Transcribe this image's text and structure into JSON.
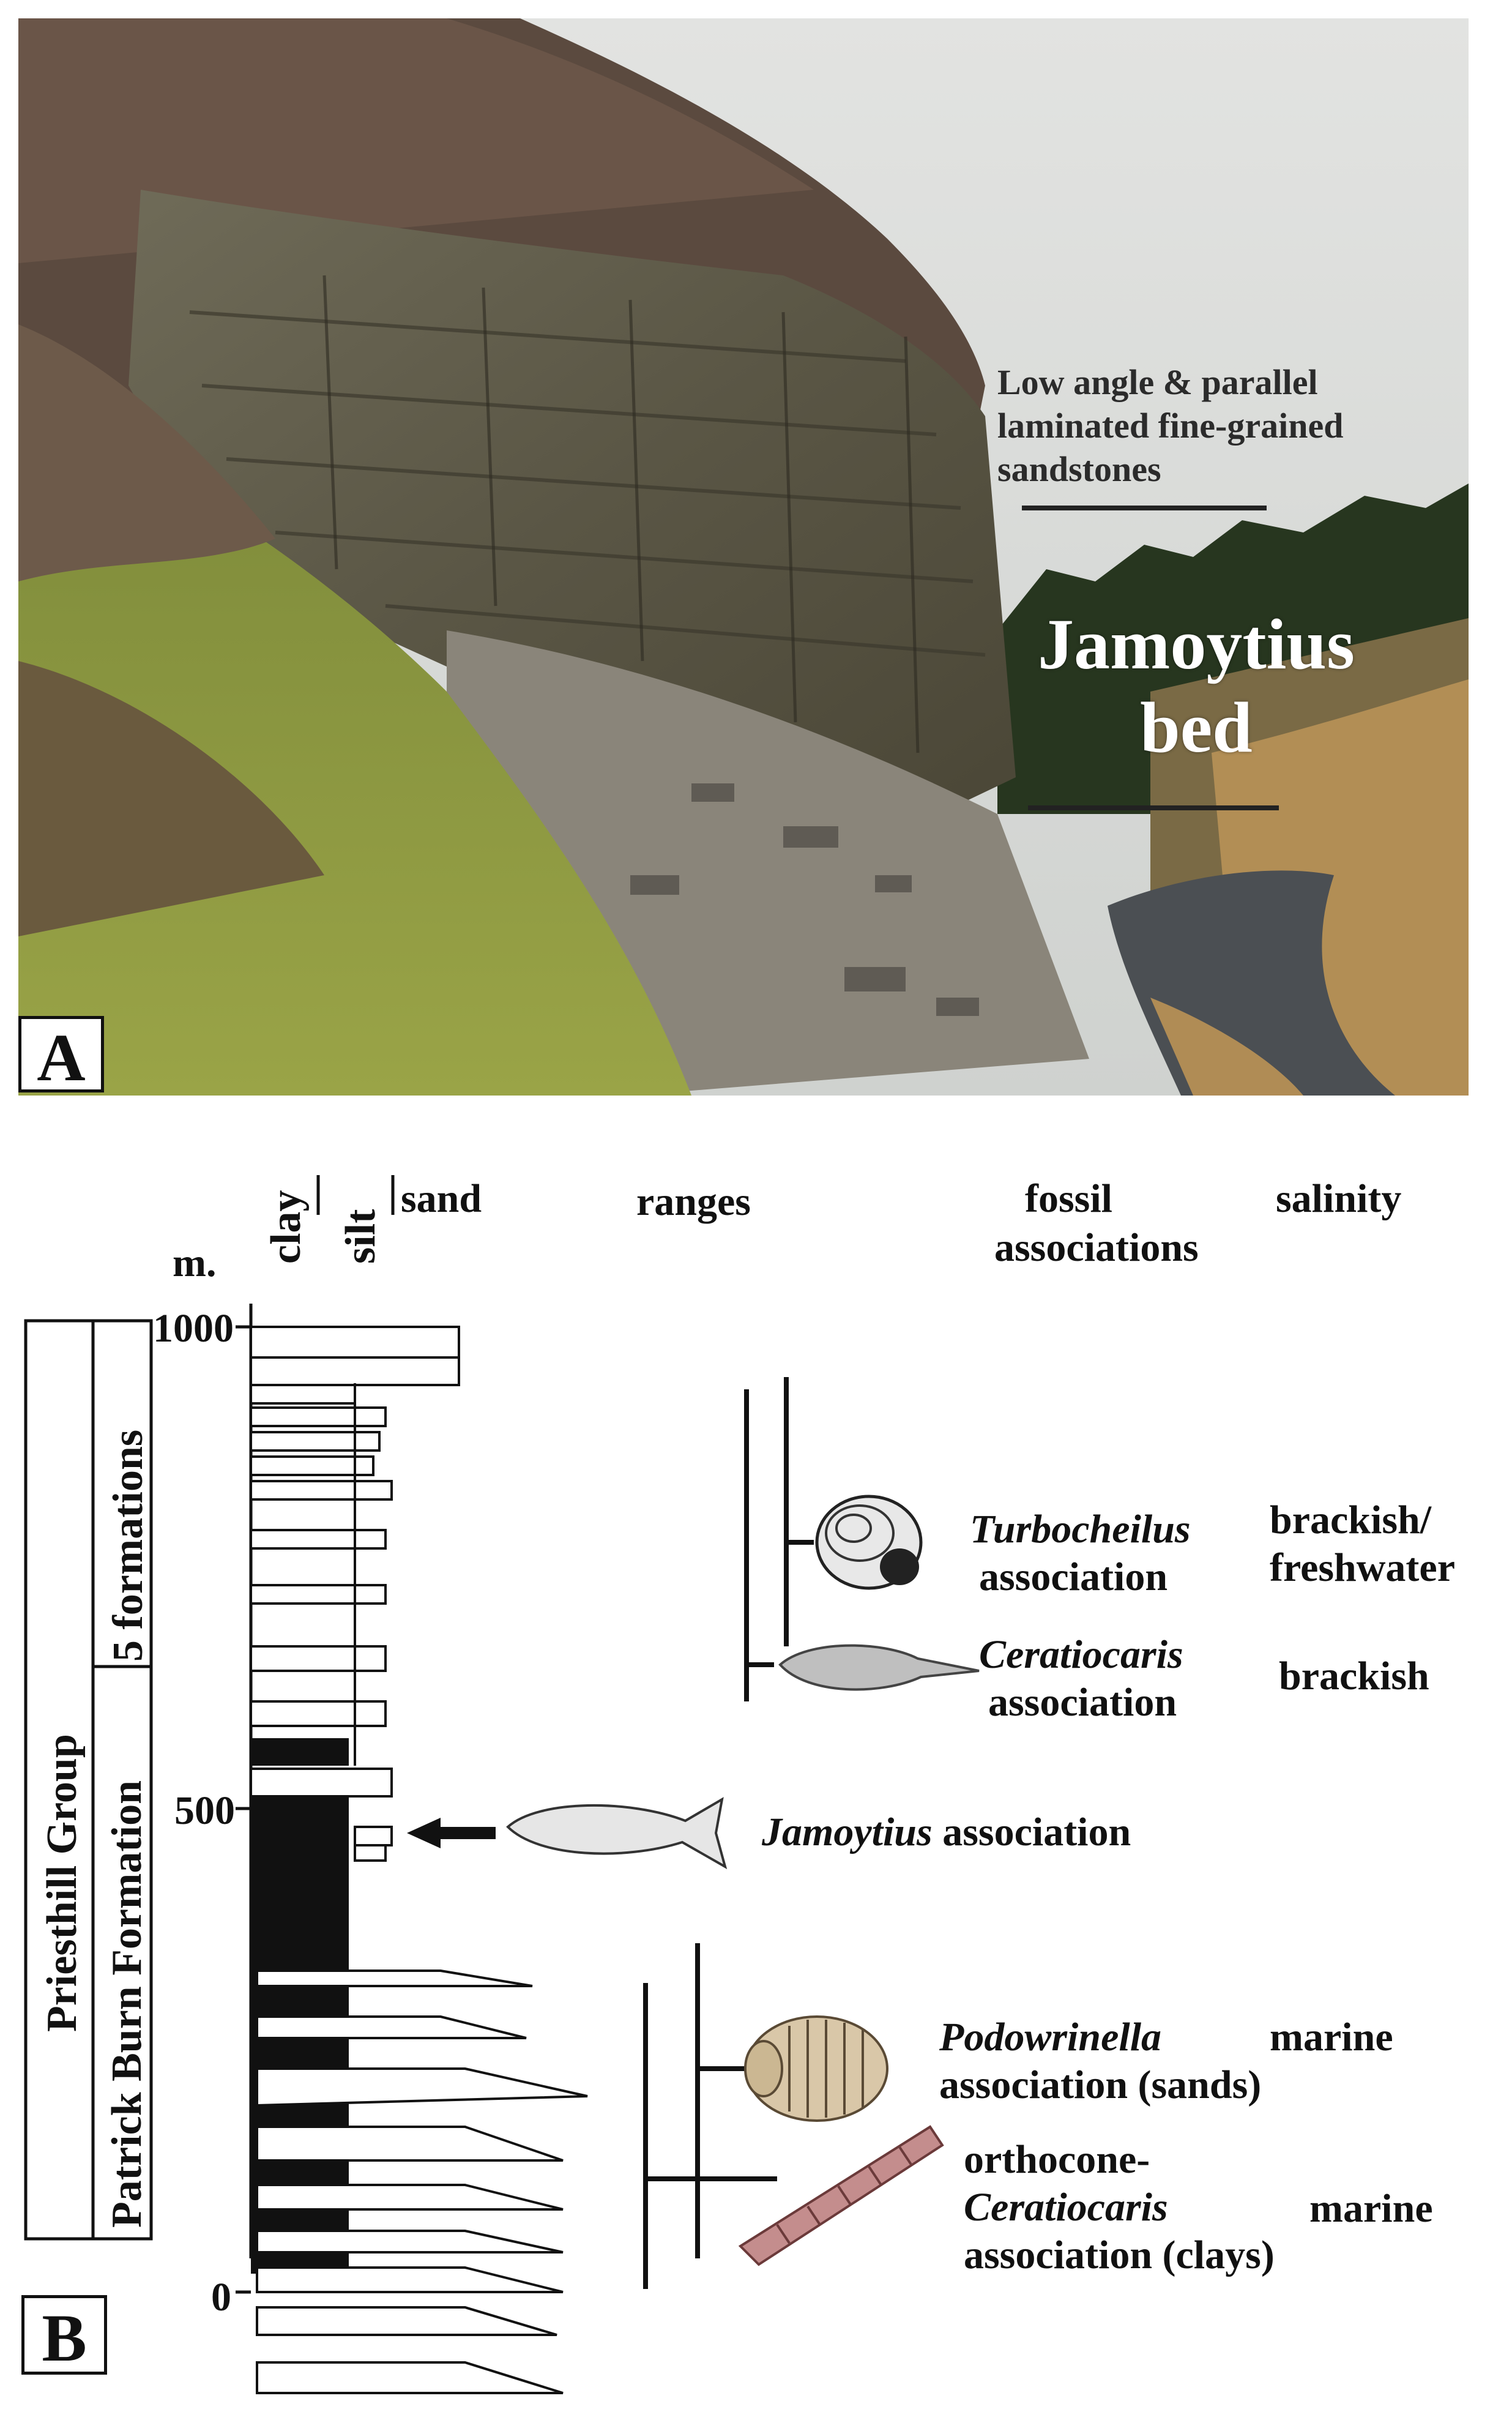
{
  "panel_a": {
    "letter": "A",
    "annotation_lines": [
      "Low angle & parallel",
      "laminated fine-grained",
      "sandstones"
    ],
    "bed_label_lines": [
      "Jamoytius",
      "bed"
    ]
  },
  "panel_b": {
    "letter": "B",
    "units_label": "m.",
    "grain_headers": [
      "clay",
      "silt",
      "sand"
    ],
    "column_headers": {
      "ranges": "ranges",
      "fossil": "fossil",
      "fossil_2": "associations",
      "salinity": "salinity"
    },
    "ticks": [
      "1000",
      "500",
      "0"
    ],
    "group_label": "Priesthill Group",
    "upper_unit": "5 formations",
    "lower_unit": "Patrick Burn Formation",
    "associations": [
      {
        "italic": "Turbocheilus",
        "rest": "association",
        "salinity_lines": [
          "brackish/",
          "freshwater"
        ],
        "icon": "gastropod-icon"
      },
      {
        "italic": "Ceratiocaris",
        "rest": "association",
        "salinity_lines": [
          "brackish"
        ],
        "icon": "crustacean-icon"
      },
      {
        "italic": "Jamoytius",
        "rest": " association",
        "salinity_lines": [],
        "icon": "fish-icon"
      },
      {
        "italic": "Podowrinella",
        "rest": "association (sands)",
        "salinity_lines": [
          "marine"
        ],
        "icon": "trilobite-icon"
      },
      {
        "prefix": "orthocone-",
        "italic": "Ceratiocaris",
        "rest": "association (clays)",
        "salinity_lines": [
          "marine"
        ],
        "icon": "orthocone-icon"
      }
    ]
  }
}
